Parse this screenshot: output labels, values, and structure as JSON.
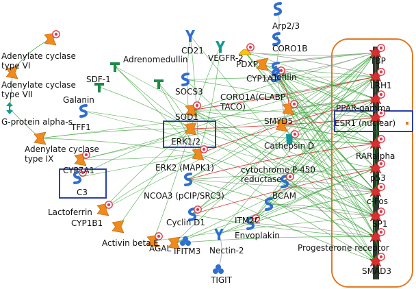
{
  "colors": {
    "green_edge": "#3aa33a",
    "red_edge": "#d62f2f",
    "gray_edge": "#9a9a9a",
    "container_border": "#e07a24",
    "highlight_box": "#2a3fa8",
    "node_blue": "#2f6fd1",
    "node_orange": "#f08a1c",
    "node_green": "#1e8a4a",
    "node_teal": "#15989a",
    "node_red": "#d63030",
    "node_yellow": "#f0c419"
  },
  "nodes": {
    "adenylate_vi": {
      "label": "Adenylate cyclase\ntype VI",
      "icon": "orange-wedge"
    },
    "adenylate_vii": {
      "label": "Adenylate cyclase\ntype VII",
      "icon": "orange-wedge"
    },
    "g_protein": {
      "label": "G-protein alpha-s",
      "icon": "teal-arrows"
    },
    "adenylate_ix": {
      "label": "Adenylate cyclase\ntype IX",
      "icon": "orange-wedge"
    },
    "sdf1": {
      "label": "SDF-1",
      "icon": "green-t"
    },
    "galanin": {
      "label": "Galanin",
      "icon": "green-t"
    },
    "tff1": {
      "label": "TFF1",
      "icon": "blue-s"
    },
    "cyp7a1": {
      "label": "CYP7A1",
      "icon": "orange-wedge"
    },
    "c3": {
      "label": "C3",
      "icon": "blue-s"
    },
    "lactoferrin": {
      "label": "Lactoferrin",
      "icon": "orange-wedge"
    },
    "cyp1b1": {
      "label": "CYP1B1",
      "icon": "orange-wedge"
    },
    "activin": {
      "label": "Activin beta E",
      "icon": "orange-wedge"
    },
    "adrenomedullin": {
      "label": "Adrenomedullin",
      "icon": "green-t"
    },
    "cd21": {
      "label": "CD21",
      "icon": "blue-y"
    },
    "vegfr2": {
      "label": "VEGFR-2",
      "icon": "teal-y"
    },
    "socs3": {
      "label": "SOCS3",
      "icon": "blue-s"
    },
    "sod1": {
      "label": "SOD1",
      "icon": "orange-wedge"
    },
    "erk12": {
      "label": "ERK1/2",
      "icon": "orange-wedge"
    },
    "erk2": {
      "label": "ERK2 (MAPK1)",
      "icon": "orange-wedge"
    },
    "ncoa3": {
      "label": "NCOA3 (pCIP/SRC3)",
      "icon": "blue-s"
    },
    "cyclind1": {
      "label": "Cyclin D1",
      "icon": "blue-s"
    },
    "agal": {
      "label": "AGAL",
      "icon": "orange-wedge"
    },
    "ifitm3": {
      "label": "IFITM3",
      "icon": "blue-cluster"
    },
    "nectin2": {
      "label": "Nectin-2",
      "icon": "blue-y"
    },
    "tigit": {
      "label": "TIGIT",
      "icon": "blue-cluster"
    },
    "envoplakin": {
      "label": "Envoplakin",
      "icon": "blue-s"
    },
    "itm2c": {
      "label": "ITM2C",
      "icon": "blue-s"
    },
    "bcam": {
      "label": "BCAM",
      "icon": "blue-s"
    },
    "cytp450": {
      "label": "cytochrome P-450\nreductase",
      "icon": "teal-bucket"
    },
    "cathepsin": {
      "label": "Cathepsin D",
      "icon": "orange-wedge"
    },
    "smyd5": {
      "label": "SMYD5",
      "icon": "orange-wedge"
    },
    "coro1a": {
      "label": "CORO1A(CLABP\nTACO)",
      "icon": "blue-s"
    },
    "cyp1a1": {
      "label": "CYP1A1",
      "icon": "orange-wedge"
    },
    "pdxp": {
      "label": "PDXP",
      "icon": "yellow-cap"
    },
    "cofilin": {
      "label": "Cofilin",
      "icon": "blue-s"
    },
    "coro1b": {
      "label": "CORO1B",
      "icon": "blue-s"
    },
    "arp23": {
      "label": "Arp2/3",
      "icon": "blue-s"
    },
    "tbp": {
      "label": "TBP",
      "icon": "red-star"
    },
    "lrh1": {
      "label": "LRH1",
      "icon": "red-star"
    },
    "ppar": {
      "label": "PPAR-gamma",
      "icon": "red-star"
    },
    "esr1": {
      "label": "ESR1 (nuclear)",
      "icon": "red-star"
    },
    "raralpha": {
      "label": "RARalpha",
      "icon": "red-star"
    },
    "p53": {
      "label": "p53",
      "icon": "red-star"
    },
    "cfos": {
      "label": "c-Fos",
      "icon": "red-star"
    },
    "sp1": {
      "label": "SP1",
      "icon": "red-star"
    },
    "pr": {
      "label": "Progesterone receptor",
      "icon": "red-star"
    },
    "smad3": {
      "label": "SMAD3",
      "icon": "red-star"
    }
  }
}
